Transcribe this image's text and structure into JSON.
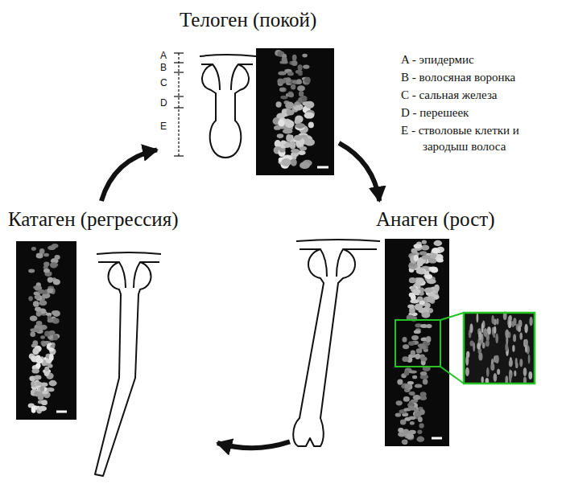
{
  "diagram": {
    "nodes": [
      {
        "text": [
          "Телоген (покой)"
        ]
      },
      {
        "text": [
          "Анаген (рост)"
        ]
      },
      {
        "text": [
          "Катаген (регрессия)"
        ]
      }
    ],
    "edges": [
      {
        "from": 0,
        "to": 1,
        "arrow": "to"
      },
      {
        "from": 1,
        "to": 2,
        "arrow": "to"
      },
      {
        "from": 2,
        "to": 0,
        "arrow": "to"
      }
    ],
    "labels": [
      "A",
      "B",
      "C",
      "D",
      "E",
      "A - эпидермис",
      "B - волосяная воронка",
      "C - сальная железа",
      "D - перешеек",
      "E - стволовые клетки и зародыш волоса"
    ]
  }
}
